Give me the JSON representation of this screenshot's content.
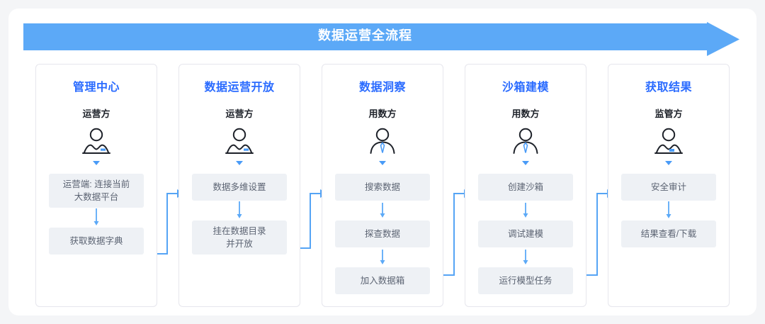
{
  "banner": {
    "title": "数据运营全流程",
    "color": "#5cا9f7"
  },
  "theme": {
    "accent": "#2a6bff",
    "banner_blue": "#5ca9f7",
    "connector_blue": "#55a4f5",
    "box_bg": "#eef1f5",
    "box_text": "#5b6372",
    "page_bg": "#f4f5f7"
  },
  "columns": [
    {
      "title": "管理中心",
      "role": "运营方",
      "icon": "person-badge-icon",
      "steps": [
        {
          "label": "运营端: 连接当前\n大数据平台",
          "lines": [
            "运营端: 连接当前",
            "大数据平台"
          ]
        },
        {
          "label": "获取数据字典",
          "lines": [
            "获取数据字典"
          ]
        }
      ]
    },
    {
      "title": "数据运营开放",
      "role": "运营方",
      "icon": "person-badge-icon",
      "steps": [
        {
          "label": "数据多维设置",
          "lines": [
            "数据多维设置"
          ]
        },
        {
          "label": "挂在数据目录\n并开放",
          "lines": [
            "挂在数据目录",
            "并开放"
          ]
        }
      ]
    },
    {
      "title": "数据洞察",
      "role": "用数方",
      "icon": "person-tie-icon",
      "steps": [
        {
          "label": "搜索数据",
          "lines": [
            "搜索数据"
          ]
        },
        {
          "label": "探查数据",
          "lines": [
            "探查数据"
          ]
        },
        {
          "label": "加入数据箱",
          "lines": [
            "加入数据箱"
          ]
        }
      ]
    },
    {
      "title": "沙箱建模",
      "role": "用数方",
      "icon": "person-tie-icon",
      "steps": [
        {
          "label": "创建沙箱",
          "lines": [
            "创建沙箱"
          ]
        },
        {
          "label": "调试建模",
          "lines": [
            "调试建模"
          ]
        },
        {
          "label": "运行模型任务",
          "lines": [
            "运行模型任务"
          ]
        }
      ]
    },
    {
      "title": "获取结果",
      "role": "监管方",
      "icon": "person-badge-icon",
      "steps": [
        {
          "label": "安全审计",
          "lines": [
            "安全审计"
          ]
        },
        {
          "label": "结果查看/下载",
          "lines": [
            "结果查看/下载"
          ]
        }
      ]
    }
  ]
}
